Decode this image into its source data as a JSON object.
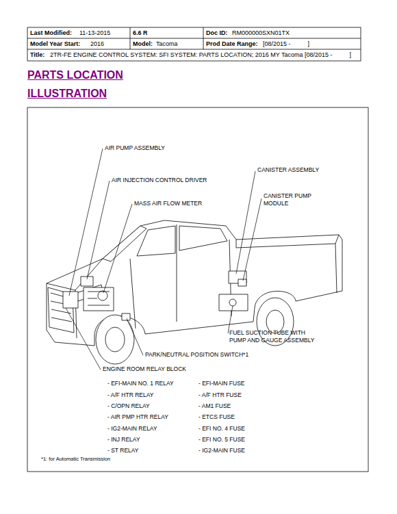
{
  "diagram": {
    "title": "PARTS LOCATION",
    "labels": [
      "Last Modified:",
      "11-13-2015",
      "6.6 R",
      "Doc ID:",
      "RM000000SXN01TX",
      "Model Year Start:",
      "2016",
      "Model:",
      "Tacoma",
      "Prod Date Range:",
      "[08/2015 -          ]",
      "Title:",
      "2TR-FE ENGINE CONTROL SYSTEM: SFI SYSTEM: PARTS LOCATION; 2016 MY Tacoma [08/2015 -          ]",
      "ILLUSTRATION",
      "AIR PUMP ASSEMBLY",
      "CANISTER ASSEMBLY",
      "AIR INJECTION CONTROL DRIVER",
      "CANISTER PUMP MODULE",
      "MASS AIR FLOW METER",
      "FUEL SUCTION TUBE WITH PUMP AND GAUGE ASSEMBLY",
      "PARK/NEUTRAL POSITION SWITCH*1",
      "ENGINE ROOM RELAY BLOCK",
      "- EFI-MAIN NO. 1 RELAY",
      "- EFI-MAIN FUSE",
      "- A/F HTR RELAY",
      "- A/F HTR FUSE",
      "- C/OPN RELAY",
      "- AM1 FUSE",
      "- AIR PMP HTR RELAY",
      "- ETCS FUSE",
      "- IG2-MAIN RELAY",
      "- EFI NO. 4 FUSE",
      "- INJ RELAY",
      "- EFI NO. 5 FUSE",
      "- ST RELAY",
      "- IG2-MAIN FUSE",
      "*1: for Automatic Transmission"
    ]
  }
}
